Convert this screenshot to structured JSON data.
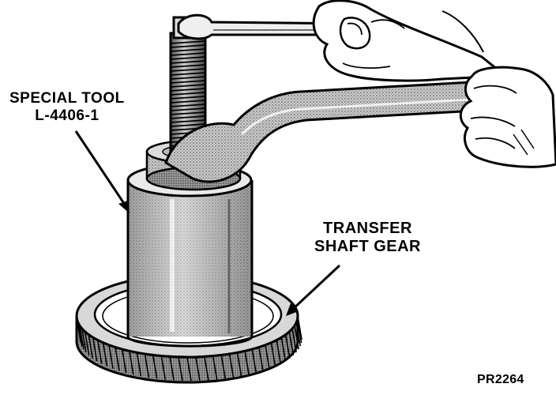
{
  "labels": {
    "special_tool_line1": "SPECIAL TOOL",
    "special_tool_line2": "L-4406-1",
    "transfer_line1": "TRANSFER",
    "transfer_line2": "SHAFT GEAR",
    "figure_code": "PR2264"
  },
  "colors": {
    "ink": "#000000",
    "paper": "#ffffff",
    "metal_shade": "#8a8a8a"
  }
}
